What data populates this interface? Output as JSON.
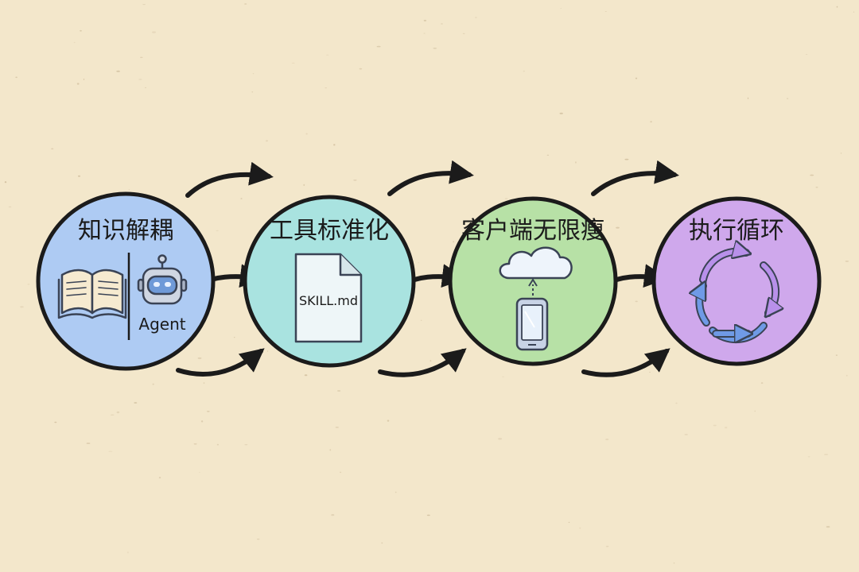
{
  "stages": [
    {
      "title": "知识解耦",
      "fill": "#aecbf3",
      "icon": "book-and-robot-icon",
      "robot_label": "Agent"
    },
    {
      "title": "工具标准化",
      "fill": "#a9e3e0",
      "icon": "document-icon",
      "doc_label": "SKILL.md"
    },
    {
      "title": "客户端无限瘦",
      "fill": "#b7e1a6",
      "icon": "cloud-and-phone-icon"
    },
    {
      "title": "执行循环",
      "fill": "#cfa8ec",
      "icon": "cycle-arrows-icon"
    }
  ],
  "colors": {
    "background": "#f3e7cb",
    "outline": "#1b1b1b",
    "icon_stroke": "#3a4355",
    "cycle_blue": "#6f9ae6",
    "cycle_purple": "#b890ea"
  }
}
